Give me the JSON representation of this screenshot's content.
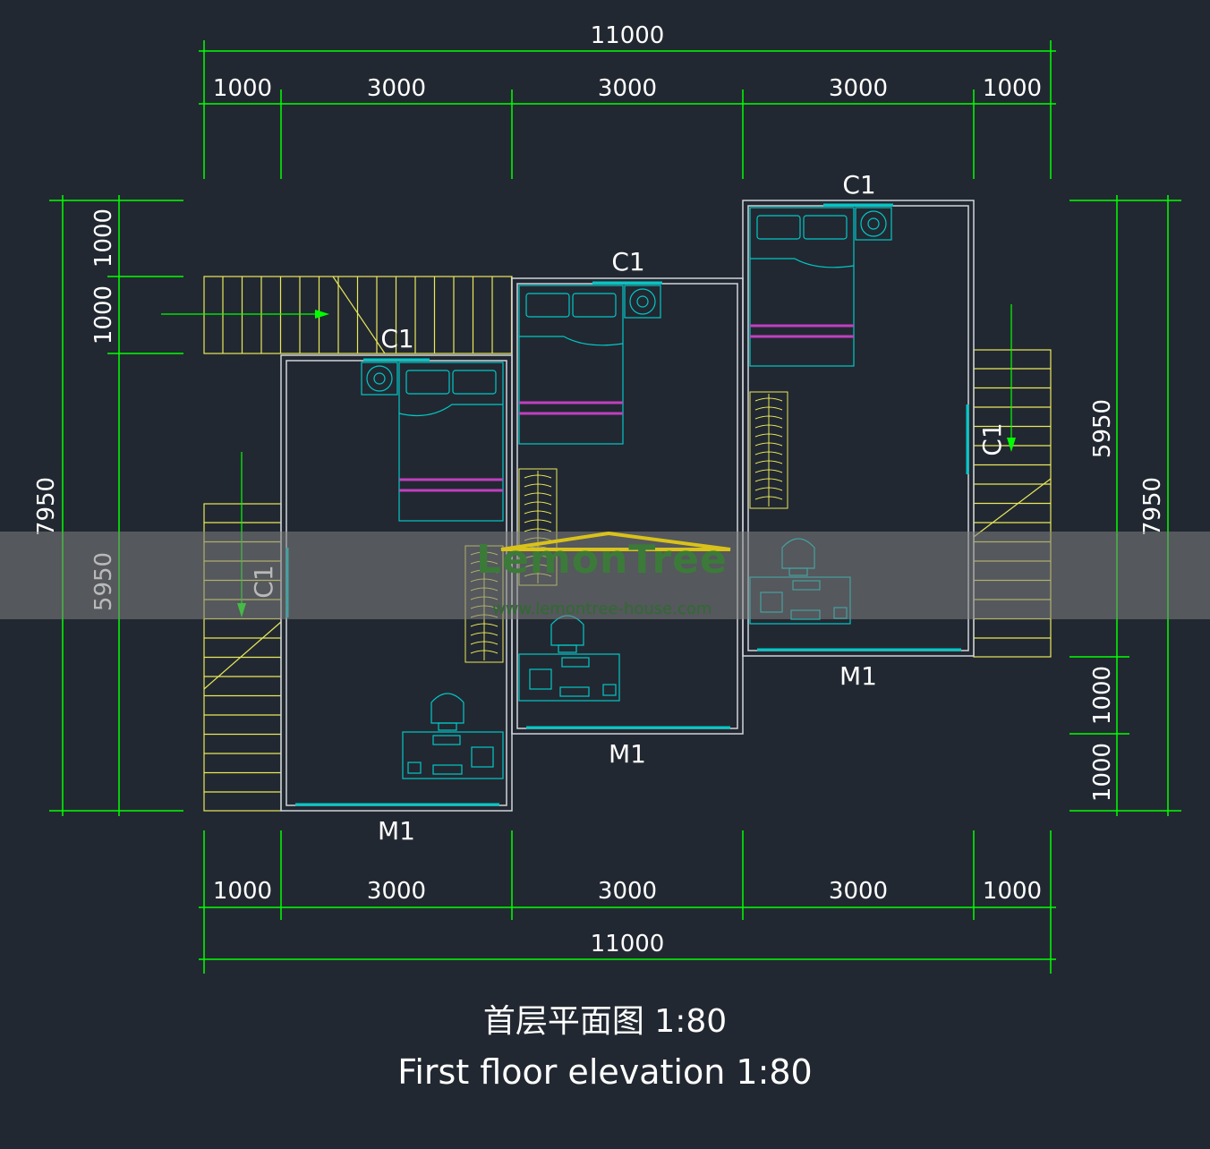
{
  "dimensions": {
    "top_total": "11000",
    "top_segments": [
      "1000",
      "3000",
      "3000",
      "3000",
      "1000"
    ],
    "bottom_total": "11000",
    "bottom_segments": [
      "1000",
      "3000",
      "3000",
      "3000",
      "1000"
    ],
    "left_total": "7950",
    "left_segments": [
      "1000",
      "1000",
      "5950"
    ],
    "right_total": "7950",
    "right_segments": [
      "5950",
      "1000",
      "1000"
    ]
  },
  "labels": {
    "window": "C1",
    "door": "M1"
  },
  "caption": {
    "chinese": "首层平面图  1:80",
    "english": "First floor elevation  1:80"
  },
  "watermark": {
    "brand": "LemonTree",
    "url": "www.lemontree-house.com"
  },
  "colors": {
    "background": "#222831",
    "dimension": "#00ff00",
    "wall": "#cfd4da",
    "furniture": "#00c8c8",
    "stairs": "#e8e85a",
    "accent": "#c040c0"
  }
}
